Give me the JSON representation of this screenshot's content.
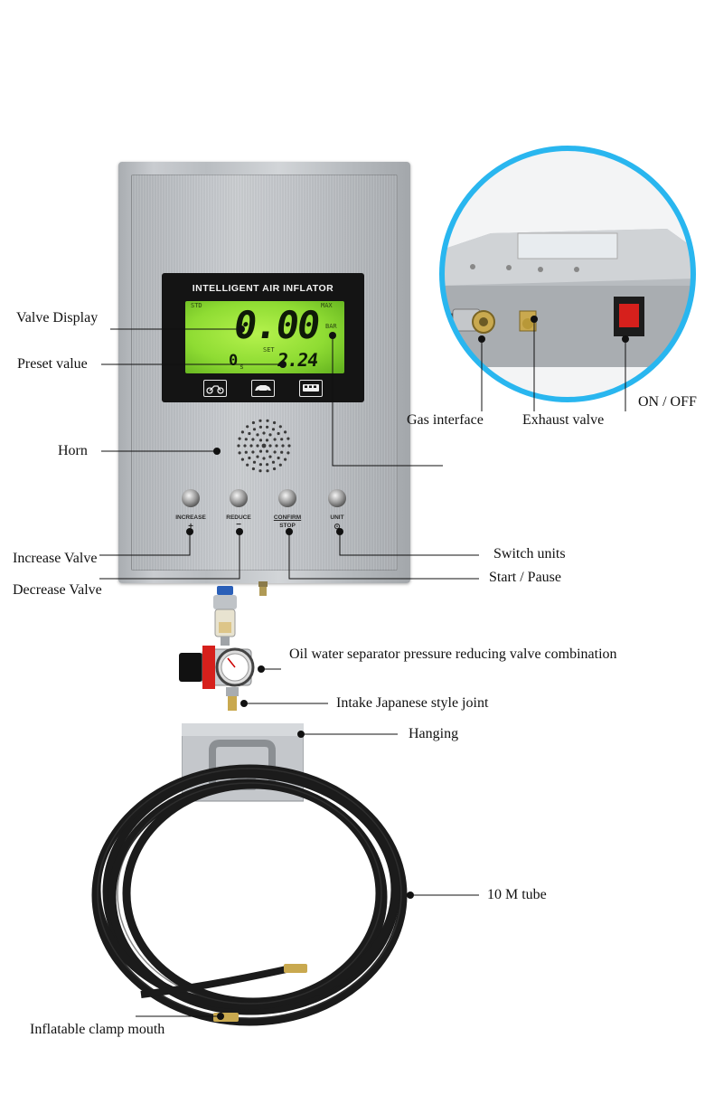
{
  "device": {
    "lcd_title": "INTELLIGENT AIR INFLATOR",
    "lcd_std": "STD",
    "lcd_max": "MAX",
    "lcd_unit": "BAR",
    "lcd_set": "SET",
    "lcd_main_value": "0.00",
    "lcd_preset_value": "2.24",
    "lcd_time_value": "0",
    "lcd_time_unit": "s",
    "buttons": [
      {
        "label": "INCREASE",
        "symbol": "+"
      },
      {
        "label": "REDUCE",
        "symbol": "−"
      },
      {
        "label": "CONFIRM",
        "sublabel": "STOP",
        "symbol": ""
      },
      {
        "label": "UNIT",
        "symbol": "⊙"
      }
    ]
  },
  "callouts": {
    "valve_display": "Valve Display",
    "preset_value": "Preset value",
    "horn": "Horn",
    "increase_valve": "Increase Valve",
    "decrease_valve": "Decrease Valve",
    "switch_units": "Switch units",
    "start_pause": "Start / Pause",
    "gas_interface": "Gas interface",
    "exhaust_valve": "Exhaust valve",
    "on_off": "ON / OFF",
    "oil_water_separator": "Oil water separator pressure reducing valve combination",
    "intake_joint": "Intake Japanese style joint",
    "hanging": "Hanging",
    "tube": "10 M tube",
    "clamp_mouth": "Inflatable clamp mouth"
  },
  "colors": {
    "zoom_ring": "#29b6ef",
    "lcd_green": "#8fdc33",
    "leader": "#111111",
    "switch_red": "#d6201c"
  }
}
